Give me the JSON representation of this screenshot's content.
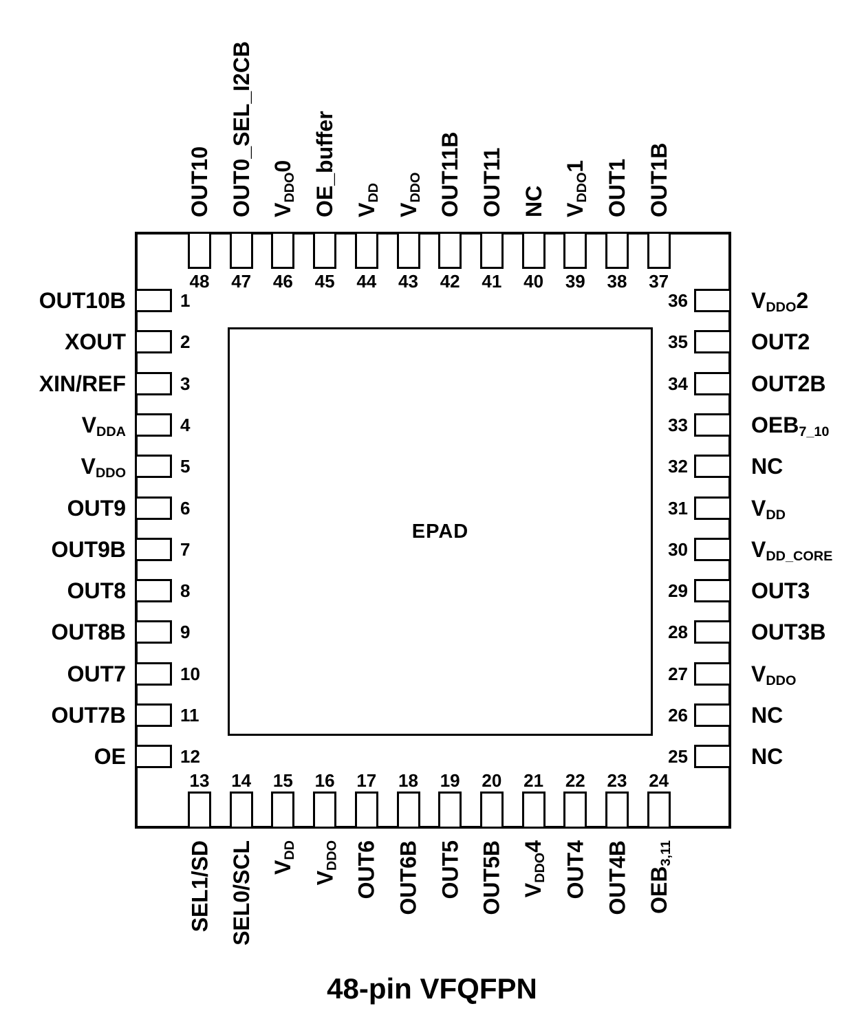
{
  "caption": "48-pin VFQFPN",
  "epad": "EPAD",
  "colors": {
    "ink": "#000000",
    "background": "#ffffff"
  },
  "pins": {
    "left": [
      {
        "num": "1",
        "label": "OUT10B"
      },
      {
        "num": "2",
        "label": "XOUT"
      },
      {
        "num": "3",
        "label": "XIN/REF"
      },
      {
        "num": "4",
        "label": "V{DDA}"
      },
      {
        "num": "5",
        "label": "V{DDO}"
      },
      {
        "num": "6",
        "label": "OUT9"
      },
      {
        "num": "7",
        "label": "OUT9B"
      },
      {
        "num": "8",
        "label": "OUT8"
      },
      {
        "num": "9",
        "label": "OUT8B"
      },
      {
        "num": "10",
        "label": "OUT7"
      },
      {
        "num": "11",
        "label": "OUT7B"
      },
      {
        "num": "12",
        "label": "OE"
      }
    ],
    "bottom": [
      {
        "num": "13",
        "label": "SEL1/SD"
      },
      {
        "num": "14",
        "label": "SEL0/SCL"
      },
      {
        "num": "15",
        "label": "V{DD}"
      },
      {
        "num": "16",
        "label": "V{DDO}"
      },
      {
        "num": "17",
        "label": "OUT6"
      },
      {
        "num": "18",
        "label": "OUT6B"
      },
      {
        "num": "19",
        "label": "OUT5"
      },
      {
        "num": "20",
        "label": "OUT5B"
      },
      {
        "num": "21",
        "label": "V{DDO}4"
      },
      {
        "num": "22",
        "label": "OUT4"
      },
      {
        "num": "23",
        "label": "OUT4B"
      },
      {
        "num": "24",
        "label": "OEB{3,11}"
      }
    ],
    "right": [
      {
        "num": "36",
        "label": "V{DDO}2"
      },
      {
        "num": "35",
        "label": "OUT2"
      },
      {
        "num": "34",
        "label": "OUT2B"
      },
      {
        "num": "33",
        "label": "OEB{7_10}"
      },
      {
        "num": "32",
        "label": "NC"
      },
      {
        "num": "31",
        "label": "V{DD}"
      },
      {
        "num": "30",
        "label": "V{DD_CORE}"
      },
      {
        "num": "29",
        "label": "OUT3"
      },
      {
        "num": "28",
        "label": "OUT3B"
      },
      {
        "num": "27",
        "label": "V{DDO}"
      },
      {
        "num": "26",
        "label": "NC"
      },
      {
        "num": "25",
        "label": "NC"
      }
    ],
    "top": [
      {
        "num": "48",
        "label": "OUT10"
      },
      {
        "num": "47",
        "label": "OUT0_SEL_I2CB"
      },
      {
        "num": "46",
        "label": "V{DDO}0"
      },
      {
        "num": "45",
        "label": "OE_buffer"
      },
      {
        "num": "44",
        "label": "V{DD}"
      },
      {
        "num": "43",
        "label": "V{DDO}"
      },
      {
        "num": "42",
        "label": "OUT11B"
      },
      {
        "num": "41",
        "label": "OUT11"
      },
      {
        "num": "40",
        "label": "NC"
      },
      {
        "num": "39",
        "label": "V{DDO}1"
      },
      {
        "num": "38",
        "label": "OUT1"
      },
      {
        "num": "37",
        "label": "OUT1B"
      }
    ]
  }
}
